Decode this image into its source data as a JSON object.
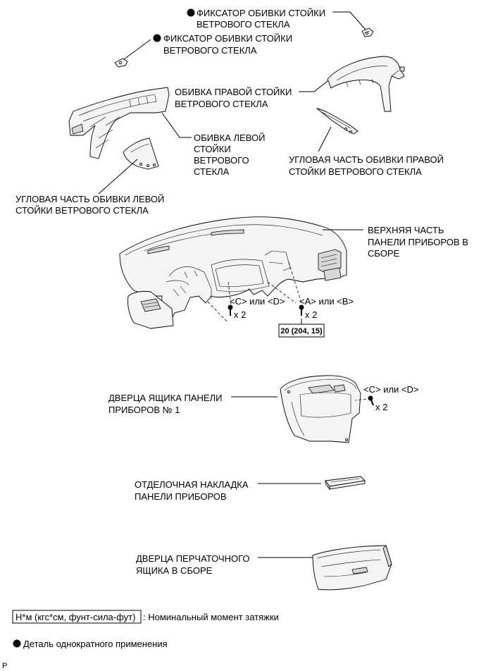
{
  "labels": {
    "clip_upper": [
      "ФИКСАТОР ОБИВКИ СТОЙКИ",
      "ВЕТРОВОГО СТЕКЛА"
    ],
    "clip_lower": [
      "ФИКСАТОР ОБИВКИ СТОЙКИ",
      "ВЕТРОВОГО СТЕКЛА"
    ],
    "right_pillar": [
      "ОБИВКА ПРАВОЙ СТОЙКИ",
      "ВЕТРОВОГО СТЕКЛА"
    ],
    "left_pillar": [
      "ОБИВКА ЛЕВОЙ",
      "СТОЙКИ",
      "ВЕТРОВОГО",
      "СТЕКЛА"
    ],
    "right_corner": [
      "УГЛОВАЯ ЧАСТЬ ОБИВКИ ПРАВОЙ",
      "СТОЙКИ ВЕТРОВОГО СТЕКЛА"
    ],
    "left_corner": [
      "УГЛОВАЯ ЧАСТЬ ОБИВКИ ЛЕВОЙ",
      "СТОЙКИ ВЕТРОВОГО СТЕКЛА"
    ],
    "upper_panel": [
      "ВЕРХНЯЯ ЧАСТЬ",
      "ПАНЕЛИ ПРИБОРОВ В",
      "СБОРЕ"
    ],
    "cd_callout": "<C> или <D>",
    "cd_qty": "x 2",
    "ab_callout": "<A> или <B>",
    "ab_qty": "x 2",
    "torque_value": "20 (204, 15)",
    "door_no1": [
      "ДВЕРЦА ЯЩИКА ПАНЕЛИ",
      "ПРИБОРОВ № 1"
    ],
    "door_cd_callout": "<C> или <D>",
    "door_cd_qty": "x 2",
    "finish_plate": [
      "ОТДЕЛОЧНАЯ НАКЛАДКА",
      "ПАНЕЛИ ПРИБОРОВ"
    ],
    "glove_box": [
      "ДВЕРЦА ПЕРЧАТОЧНОГО",
      "ЯЩИКА В СБОРЕ"
    ]
  },
  "legend": {
    "torque_unit": "Н*м (кгс*см, фунт-сила-фут)",
    "torque_desc": ": Номинальный момент затяжки",
    "single_use": "Деталь однократного применения"
  },
  "corner_mark": "P"
}
